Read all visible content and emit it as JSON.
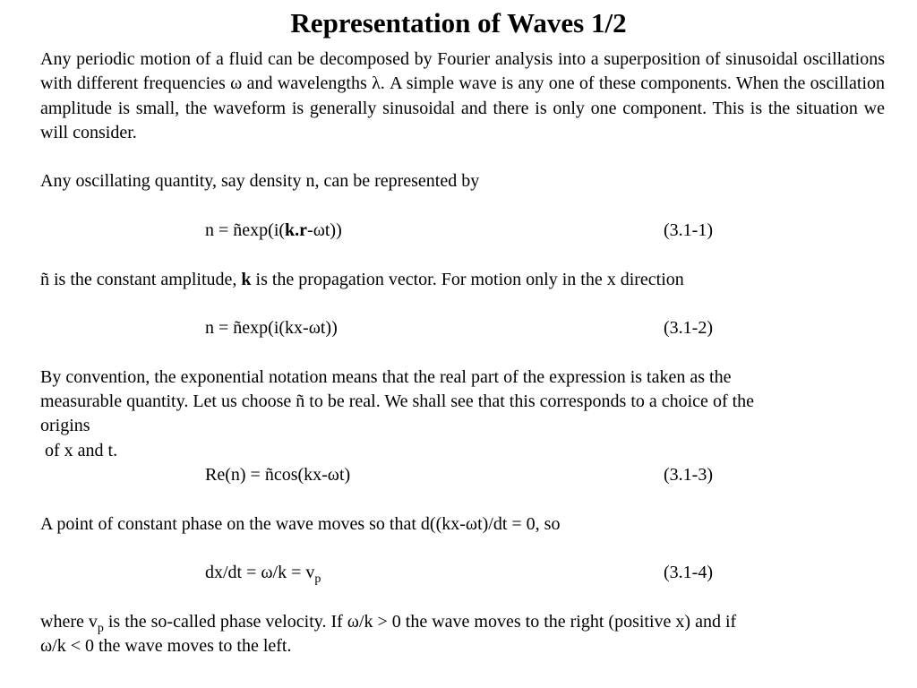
{
  "title": "Representation of Waves 1/2",
  "p1": "Any periodic motion of a fluid can be decomposed by Fourier analysis into a superposition of sinusoidal oscillations with different frequencies ω and wavelengths λ. A simple wave is any one of these components. When the oscillation amplitude is small, the waveform is generally sinusoidal and there is only one component. This is the situation we will consider.",
  "p2": "Any oscillating quantity, say density n, can be represented by",
  "eq1": {
    "pre": "n = ñexp(i(",
    "bold": "k.r",
    "post": "-ωt))",
    "number": "(3.1-1)"
  },
  "p3": {
    "pre": "ñ is the constant amplitude, ",
    "bold": "k",
    "post": " is the propagation vector. For motion only in the x direction"
  },
  "eq2": {
    "text": "n = ñexp(i(kx-ωt))",
    "number": "(3.1-2)"
  },
  "p4": {
    "line1": "By convention, the exponential notation means that the real part of the expression is taken as the",
    "line2": "measurable quantity. Let us choose ñ to be real. We shall see that this corresponds to a choice of the",
    "line3": "origins",
    "line4": " of x and t."
  },
  "eq3": {
    "text": "Re(n) = ñcos(kx-ωt)",
    "number": "(3.1-3)"
  },
  "p5": "A point of constant phase on the wave moves so that d((kx-ωt)/dt = 0, so",
  "eq4": {
    "text": "dx/dt = ω/k = v",
    "sub": "p",
    "number": "(3.1-4)"
  },
  "p6": {
    "pre": "where v",
    "sub": "p",
    "post": " is the so-called phase velocity. If ω/k > 0 the wave moves to the right (positive x) and if",
    "line2": "ω/k < 0 the wave moves to the left."
  }
}
